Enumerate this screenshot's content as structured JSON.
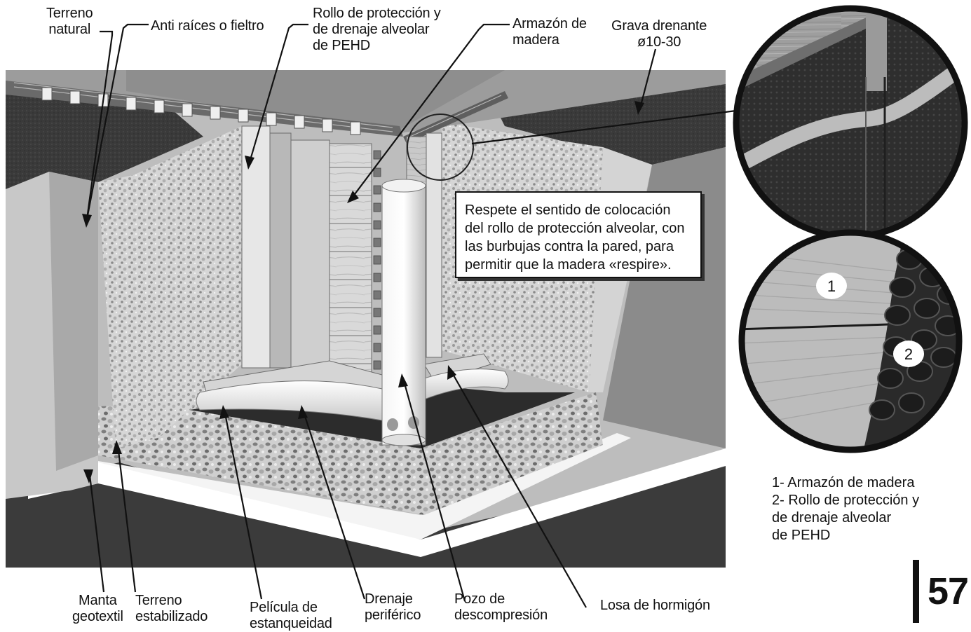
{
  "labels": {
    "terreno_natural": "Terreno\nnatural",
    "anti_raices": "Anti raíces o fieltro",
    "rollo_proteccion": "Rollo de protección y\nde drenaje alveolar\nde PEHD",
    "armazon_madera": "Armazón de\nmadera",
    "grava_drenante": "Grava drenante\nø10-30",
    "manta_geotextil": "Manta\ngeotextil",
    "terreno_estabilizado": "Terreno\nestabilizado",
    "pelicula_estanqueidad": "Película de\nestanqueidad",
    "drenaje_periferico": "Drenaje\nperiférico",
    "pozo_descompresion": "Pozo de\ndescompresión",
    "losa_hormigon": "Losa de hormigón"
  },
  "callout": {
    "text": "Respete el sentido de colocación\ndel rollo de protección alveolar, con\nlas burbujas contra la pared, para\npermitir que la madera «respire»."
  },
  "detail": {
    "marker_1": "1",
    "marker_2": "2",
    "legend_1": "1- Armazón de madera",
    "legend_2": "2- Rollo de protección y\nde drenaje alveolar\nde PEHD"
  },
  "page_number": "57"
}
